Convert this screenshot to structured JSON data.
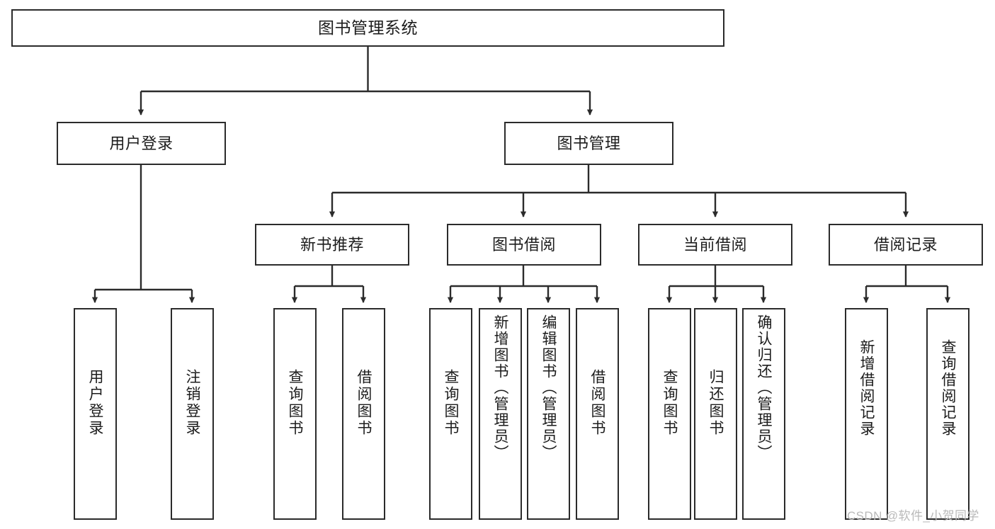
{
  "diagram": {
    "title": "图书管理系统",
    "type": "functional-structure-tree",
    "stroke_color": "#2b2b2b",
    "fill_color": "#ffffff",
    "text_color": "#1c1c1c"
  },
  "nodes": {
    "root": {
      "label": "图书管理系统"
    },
    "level2": [
      {
        "label": "用户登录"
      },
      {
        "label": "图书管理"
      }
    ],
    "level3": [
      {
        "label": "新书推荐"
      },
      {
        "label": "图书借阅"
      },
      {
        "label": "当前借阅"
      },
      {
        "label": "借阅记录"
      }
    ],
    "leaves": {
      "user_login": [
        {
          "label": "用户登录"
        },
        {
          "label": "注销登录"
        }
      ],
      "new_book_recommend": [
        {
          "label": "查询图书"
        },
        {
          "label": "借阅图书"
        }
      ],
      "book_borrow": [
        {
          "label": "查询图书"
        },
        {
          "label": "新增图书（管理员）"
        },
        {
          "label": "编辑图书（管理员）"
        },
        {
          "label": "借阅图书"
        }
      ],
      "current_borrow": [
        {
          "label": "查询图书"
        },
        {
          "label": "归还图书"
        },
        {
          "label": "确认归还（管理员）"
        }
      ],
      "borrow_record": [
        {
          "label": "新增借阅记录"
        },
        {
          "label": "查询借阅记录"
        }
      ]
    }
  },
  "watermark": {
    "text": "CSDN @软件_小贺同学"
  }
}
